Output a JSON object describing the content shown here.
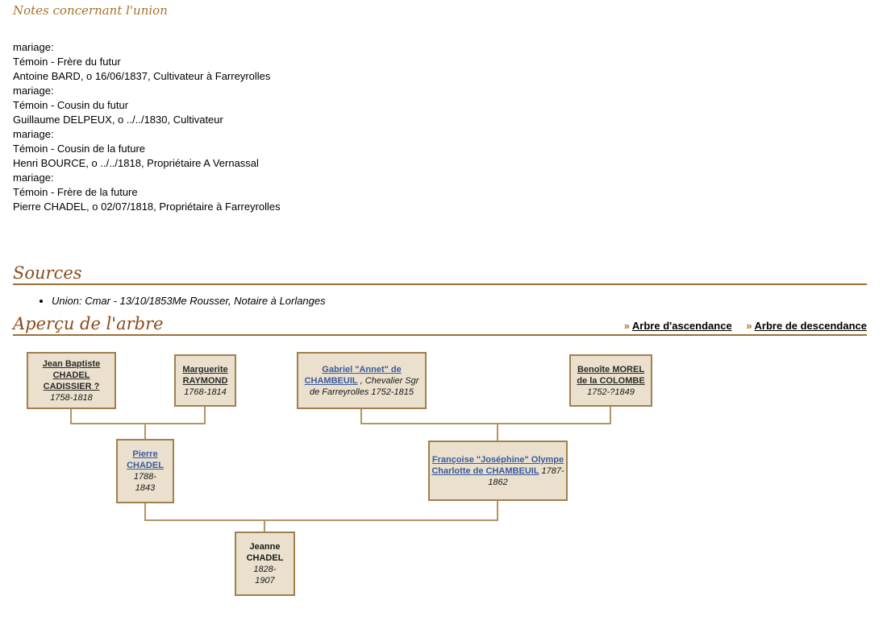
{
  "notes": {
    "heading": "Notes concernant l'union",
    "lines": [
      "mariage:",
      "Témoin - Frère du futur",
      "Antoine BARD, o 16/06/1837, Cultivateur à Farreyrolles",
      "mariage:",
      "Témoin - Cousin du futur",
      "Guillaume DELPEUX, o ../../1830, Cultivateur",
      "mariage:",
      "Témoin - Cousin de la future",
      "Henri BOURCE, o ../../1818, Propriétaire A Vernassal",
      "mariage:",
      "Témoin - Frère de la future",
      "Pierre CHADEL, o 02/07/1818, Propriétaire à Farreyrolles"
    ]
  },
  "sources": {
    "heading": "Sources",
    "items": [
      "Union: Cmar - 13/10/1853Me Rousser, Notaire à Lorlanges"
    ]
  },
  "tree": {
    "heading": "Aperçu de l'arbre",
    "links": [
      {
        "chevrons": "»",
        "label": "Arbre d'ascendance"
      },
      {
        "chevrons": "»",
        "label": "Arbre de descendance"
      }
    ],
    "persons": [
      {
        "name": "Jean Baptiste CHADEL CADISSIER ?",
        "dates": "1758-1818"
      },
      {
        "name": "Marguerite RAYMOND",
        "dates": "1768-1814"
      },
      {
        "name": "Gabriel \"Annet\" de CHAMBEUIL",
        "tail": " , Chevalier Sgr de Farreyrolles 1752-1815"
      },
      {
        "name": "Benoîte MOREL de la COLOMBE",
        "dates": "1752-?1849"
      },
      {
        "name": "Pierre CHADEL",
        "dates": "1788-\n1843"
      },
      {
        "name": "Françoise \"Joséphine\" Olympe Charlotte de CHAMBEUIL",
        "dates": "1787-1862"
      },
      {
        "name": "Jeanne CHADEL",
        "dates": "1828-\n1907"
      }
    ]
  },
  "colors": {
    "heading_brown": "#8b4a1a",
    "subheading_tan": "#a5742c",
    "rule_brown": "#9c7035",
    "link_blue": "#3a5b9f",
    "box_background": "#eae0cd",
    "box_border": "#a0804e",
    "connector_line": "#b29566"
  }
}
